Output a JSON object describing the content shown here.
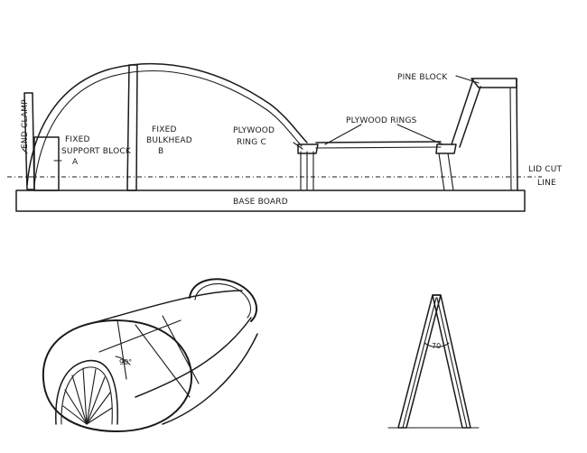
{
  "labels": {
    "end_clamp": "END CLAMP",
    "fixed_support_block": [
      "FIXED",
      "SUPPORT BLOCK",
      "A"
    ],
    "fixed_bulkhead": [
      "FIXED",
      "BULKHEAD",
      "B"
    ],
    "plywood_ring_c": [
      "PLYWOOD",
      "RING C"
    ],
    "plywood_rings": "PLYWOOD RINGS",
    "pine_block": "PINE BLOCK",
    "lid_cut_line": [
      "LID CUT",
      "LINE"
    ],
    "base_board": "BASE BOARD",
    "angle_perspective": "90°",
    "angle_aframe": "70"
  }
}
